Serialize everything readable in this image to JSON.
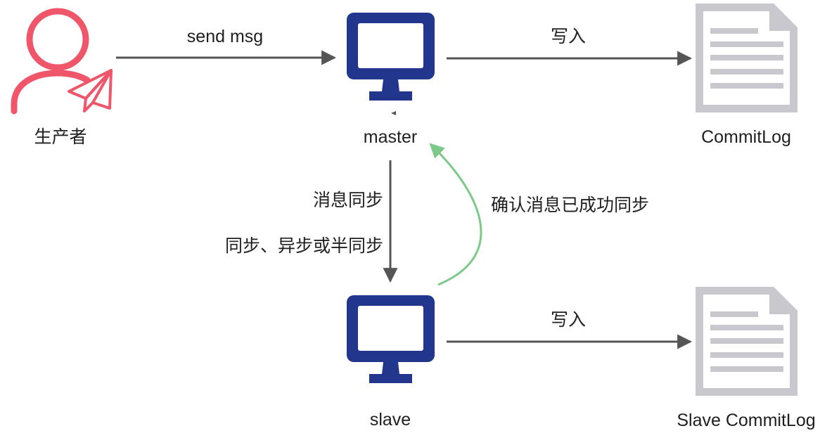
{
  "diagram": {
    "nodes": {
      "producer": {
        "label": "生产者",
        "icon": "user-send-icon"
      },
      "master": {
        "label": "master",
        "icon": "monitor-icon"
      },
      "slave": {
        "label": "slave",
        "icon": "monitor-icon"
      },
      "master_log": {
        "label": "CommitLog",
        "icon": "document-icon"
      },
      "slave_log": {
        "label": "Slave CommitLog",
        "icon": "document-icon"
      }
    },
    "edges": {
      "producer_to_master": {
        "label": "send msg"
      },
      "master_to_log": {
        "label": "写入"
      },
      "master_to_slave": {
        "label_line1": "消息同步",
        "label_line2": "同步、异步或半同步"
      },
      "slave_to_master_ack": {
        "label": "确认消息已成功同步"
      },
      "slave_to_log": {
        "label": "写入"
      }
    },
    "colors": {
      "producer_icon": "#f0566a",
      "monitor": "#22368e",
      "document": "#c9c8cf",
      "arrow": "#555555",
      "ack_arrow": "#7cc98a",
      "text": "#1f1f1f"
    }
  }
}
